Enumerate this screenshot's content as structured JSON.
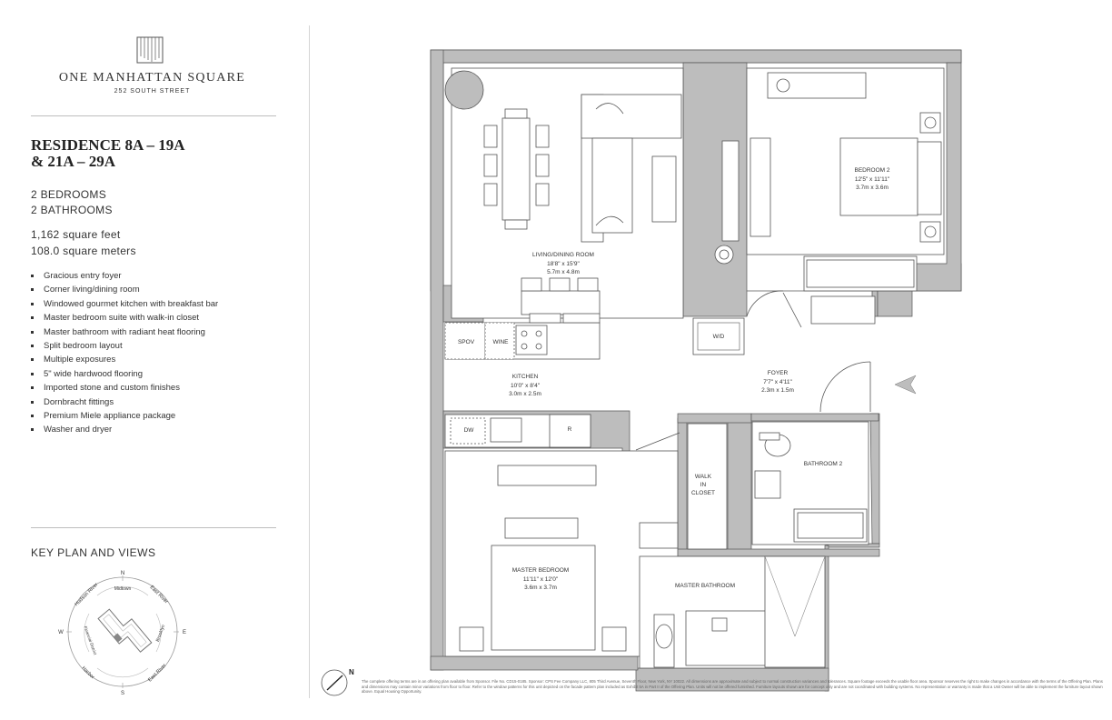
{
  "brand": {
    "name": "ONE MANHATTAN SQUARE",
    "address": "252 SOUTH STREET"
  },
  "residence": {
    "title_line1": "RESIDENCE 8A – 19A",
    "title_line2": "& 21A – 29A",
    "bedrooms": "2 BEDROOMS",
    "bathrooms": "2 BATHROOMS",
    "sqft": "1,162 square feet",
    "sqm": "108.0 square meters"
  },
  "features": [
    "Gracious entry foyer",
    "Corner living/dining room",
    "Windowed gourmet kitchen with breakfast bar",
    "Master bedroom suite with walk-in closet",
    "Master bathroom with radiant heat flooring",
    "Split bedroom layout",
    "Multiple exposures",
    "5\" wide hardwood flooring",
    "Imported stone and custom finishes",
    "Dornbracht fittings",
    "Premium Miele appliance package",
    "Washer and dryer"
  ],
  "key_plan": {
    "title": "KEY PLAN AND VIEWS",
    "directions": {
      "n": "N",
      "s": "S",
      "e": "E",
      "w": "W"
    },
    "views": {
      "hudson_river": "Hudson River",
      "midtown": "Midtown",
      "east_river_top": "East River",
      "brooklyn": "Brooklyn",
      "financial_district": "Financial District",
      "harbor": "Harbor",
      "east_river_bottom": "East River"
    }
  },
  "rooms": {
    "living": {
      "name": "LIVING/DINING ROOM",
      "imperial": "18'8\" x 15'9\"",
      "metric": "5.7m x 4.8m"
    },
    "bedroom2": {
      "name": "BEDROOM 2",
      "imperial": "12'5\" x 11'11\"",
      "metric": "3.7m x 3.6m"
    },
    "kitchen": {
      "name": "KITCHEN",
      "imperial": "10'0\" x 8'4\"",
      "metric": "3.0m x 2.5m"
    },
    "foyer": {
      "name": "FOYER",
      "imperial": "7'7\" x 4'11\"",
      "metric": "2.3m x 1.5m"
    },
    "bathroom2": {
      "name": "BATHROOM 2"
    },
    "walk_in_closet": {
      "line1": "WALK",
      "line2": "IN",
      "line3": "CLOSET"
    },
    "master_bedroom": {
      "name": "MASTER BEDROOM",
      "imperial": "11'11\" x 12'0\"",
      "metric": "3.6m x 3.7m"
    },
    "master_bathroom": {
      "name": "MASTER BATHROOM"
    }
  },
  "appliances": {
    "spov": "SPOV",
    "wine": "WINE",
    "dw": "DW",
    "r": "R",
    "wd": "W/D"
  },
  "north_label": "N",
  "disclaimer": "The complete offering terms are in an offering plan available from Sponsor. File No. CD15-0185. Sponsor: CPS Fee Company LLC, 805 Third Avenue, Seventh Floor, New York, NY 10022. All dimensions are approximate and subject to normal construction variances and tolerances. Square footage exceeds the usable floor area. Sponsor reserves the right to make changes in accordance with the terms of the Offering Plan. Plans and dimensions may contain minor variations from floor to floor. Refer to the window patterns for this unit depicted on the facade pattern plan included as Exhibit 5A in Part II of the Offering Plan. Units will not be offered furnished. Furniture layouts shown are for concept only and are not coordinated with building systems. No representation or warranty is made that a Unit Owner will be able to implement the furniture layout shown above. Equal Housing Opportunity.",
  "colors": {
    "wall": "#bdbdbd",
    "line": "#444444",
    "text": "#333333"
  }
}
